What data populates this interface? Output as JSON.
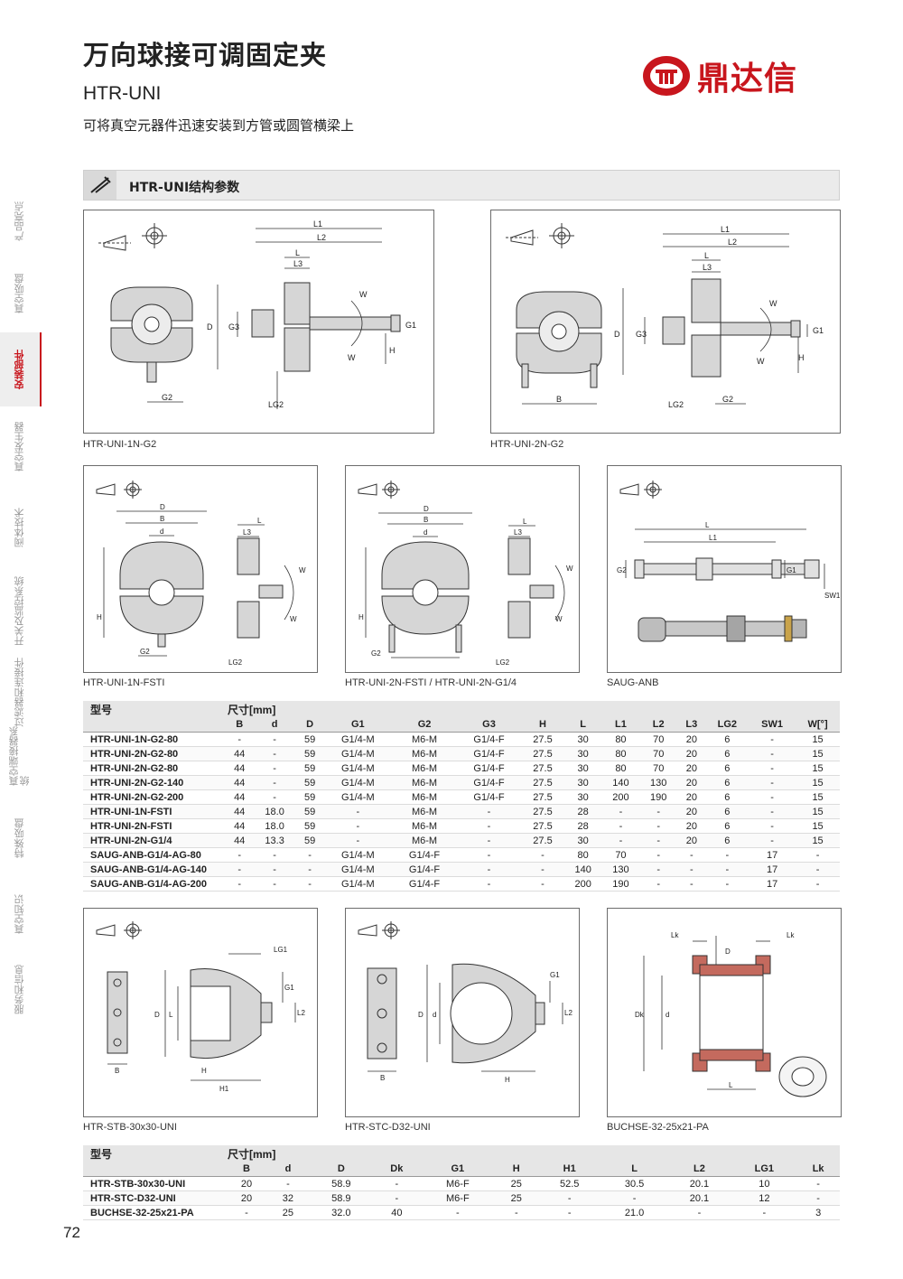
{
  "header": {
    "title": "万向球接可调固定夹",
    "model": "HTR-UNI",
    "subtitle": "可将真空元器件迅速安装到方管或圆管横梁上",
    "brand": "鼎达信",
    "brand_color": "#c8161d"
  },
  "sidenav": {
    "items": [
      "产品亮点",
      "真空吸盘",
      "安装部件",
      "真空发生器",
      "阀体技术",
      "开关及监控系统",
      "过滤器和连接件",
      "真空端接器系统",
      "特殊吸盘",
      "真空知识",
      "服务和信息"
    ],
    "active": "安装部件"
  },
  "section": {
    "title": "HTR-UNI结构参数",
    "icon": "caliper-icon"
  },
  "drawings": {
    "d1": "HTR-UNI-1N-G2",
    "d2": "HTR-UNI-2N-G2",
    "d3": "HTR-UNI-1N-FSTI",
    "d4": "HTR-UNI-2N-FSTI / HTR-UNI-2N-G1/4",
    "d5": "SAUG-ANB",
    "d6": "HTR-STB-30x30-UNI",
    "d7": "HTR-STC-D32-UNI",
    "d8": "BUCHSE-32-25x21-PA"
  },
  "dim_labels": {
    "L1": "L1",
    "L2": "L2",
    "L": "L",
    "L3": "L3",
    "D": "D",
    "G1": "G1",
    "G2": "G2",
    "G3": "G3",
    "H": "H",
    "W": "W",
    "LG2": "LG2",
    "B": "B",
    "d": "d",
    "SW1": "SW1",
    "LG1": "LG1",
    "H1": "H1",
    "Dk": "Dk",
    "Lk": "Lk"
  },
  "table1": {
    "model_header": "型号",
    "dim_header": "尺寸[mm]",
    "columns": [
      "B",
      "d",
      "D",
      "G1",
      "G2",
      "G3",
      "H",
      "L",
      "L1",
      "L2",
      "L3",
      "LG2",
      "SW1",
      "W[°]"
    ],
    "rows": [
      [
        "HTR-UNI-1N-G2-80",
        "-",
        "-",
        "59",
        "G1/4-M",
        "M6-M",
        "G1/4-F",
        "27.5",
        "30",
        "80",
        "70",
        "20",
        "6",
        "-",
        "15"
      ],
      [
        "HTR-UNI-2N-G2-80",
        "44",
        "-",
        "59",
        "G1/4-M",
        "M6-M",
        "G1/4-F",
        "27.5",
        "30",
        "80",
        "70",
        "20",
        "6",
        "-",
        "15"
      ],
      [
        "HTR-UNI-2N-G2-80",
        "44",
        "-",
        "59",
        "G1/4-M",
        "M6-M",
        "G1/4-F",
        "27.5",
        "30",
        "80",
        "70",
        "20",
        "6",
        "-",
        "15"
      ],
      [
        "HTR-UNI-2N-G2-140",
        "44",
        "-",
        "59",
        "G1/4-M",
        "M6-M",
        "G1/4-F",
        "27.5",
        "30",
        "140",
        "130",
        "20",
        "6",
        "-",
        "15"
      ],
      [
        "HTR-UNI-2N-G2-200",
        "44",
        "-",
        "59",
        "G1/4-M",
        "M6-M",
        "G1/4-F",
        "27.5",
        "30",
        "200",
        "190",
        "20",
        "6",
        "-",
        "15"
      ],
      [
        "HTR-UNI-1N-FSTI",
        "44",
        "18.0",
        "59",
        "-",
        "M6-M",
        "-",
        "27.5",
        "28",
        "-",
        "-",
        "20",
        "6",
        "-",
        "15"
      ],
      [
        "HTR-UNI-2N-FSTI",
        "44",
        "18.0",
        "59",
        "-",
        "M6-M",
        "-",
        "27.5",
        "28",
        "-",
        "-",
        "20",
        "6",
        "-",
        "15"
      ],
      [
        "HTR-UNI-2N-G1/4",
        "44",
        "13.3",
        "59",
        "-",
        "M6-M",
        "-",
        "27.5",
        "30",
        "-",
        "-",
        "20",
        "6",
        "-",
        "15"
      ],
      [
        "SAUG-ANB-G1/4-AG-80",
        "-",
        "-",
        "-",
        "G1/4-M",
        "G1/4-F",
        "-",
        "-",
        "80",
        "70",
        "-",
        "-",
        "-",
        "17",
        "-"
      ],
      [
        "SAUG-ANB-G1/4-AG-140",
        "-",
        "-",
        "-",
        "G1/4-M",
        "G1/4-F",
        "-",
        "-",
        "140",
        "130",
        "-",
        "-",
        "-",
        "17",
        "-"
      ],
      [
        "SAUG-ANB-G1/4-AG-200",
        "-",
        "-",
        "-",
        "G1/4-M",
        "G1/4-F",
        "-",
        "-",
        "200",
        "190",
        "-",
        "-",
        "-",
        "17",
        "-"
      ]
    ]
  },
  "table2": {
    "model_header": "型号",
    "dim_header": "尺寸[mm]",
    "columns": [
      "B",
      "d",
      "D",
      "Dk",
      "G1",
      "H",
      "H1",
      "L",
      "L2",
      "LG1",
      "Lk"
    ],
    "rows": [
      [
        "HTR-STB-30x30-UNI",
        "20",
        "-",
        "58.9",
        "-",
        "M6-F",
        "25",
        "52.5",
        "30.5",
        "20.1",
        "10",
        "-"
      ],
      [
        "HTR-STC-D32-UNI",
        "20",
        "32",
        "58.9",
        "-",
        "M6-F",
        "25",
        "-",
        "-",
        "20.1",
        "12",
        "-"
      ],
      [
        "BUCHSE-32-25x21-PA",
        "-",
        "25",
        "32.0",
        "40",
        "-",
        "-",
        "-",
        "21.0",
        "-",
        "-",
        "3"
      ]
    ]
  },
  "page_number": "72"
}
